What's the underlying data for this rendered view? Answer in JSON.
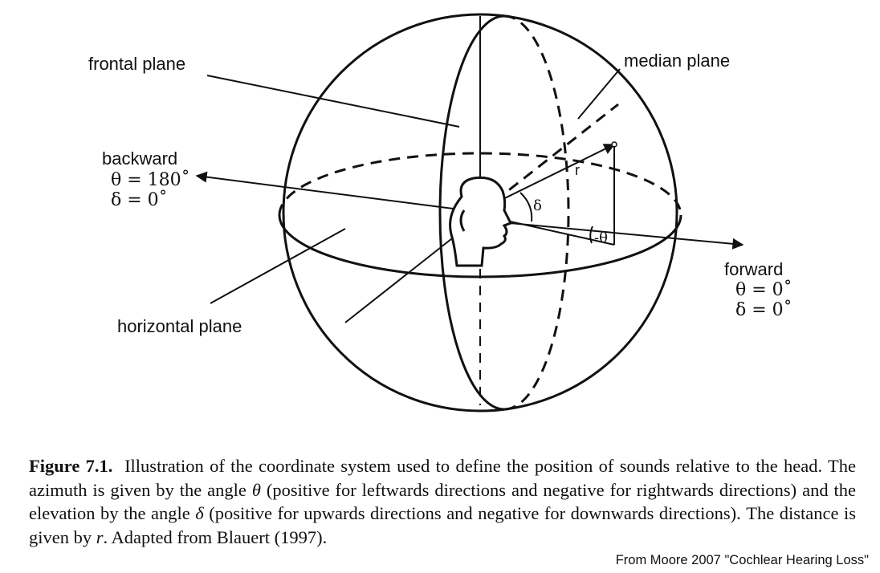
{
  "diagram": {
    "labels": {
      "frontal_plane": "frontal plane",
      "median_plane": "median plane",
      "horizontal_plane": "horizontal plane",
      "backward": "backward",
      "backward_theta": "θ = 180˚",
      "backward_delta": "δ = 0˚",
      "forward": "forward",
      "forward_theta": "θ = 0˚",
      "forward_delta": "δ = 0˚",
      "r": "r",
      "delta": "δ",
      "minus_theta": "-θ"
    }
  },
  "caption": {
    "figure_label": "Figure 7.1.",
    "text_1": "Illustration of the coordinate system used to define the position of sounds relative to the head. The azimuth is given by the angle ",
    "theta": "θ",
    "text_2": " (positive for leftwards directions and negative for rightwards directions) and the elevation by the angle ",
    "delta": "δ",
    "text_3": " (positive for upwards directions and negative for downwards directions). The distance is given by ",
    "r": "r",
    "text_4": ". Adapted from Blauert (1997)."
  },
  "source": "From Moore 2007 \"Cochlear Hearing Loss\""
}
